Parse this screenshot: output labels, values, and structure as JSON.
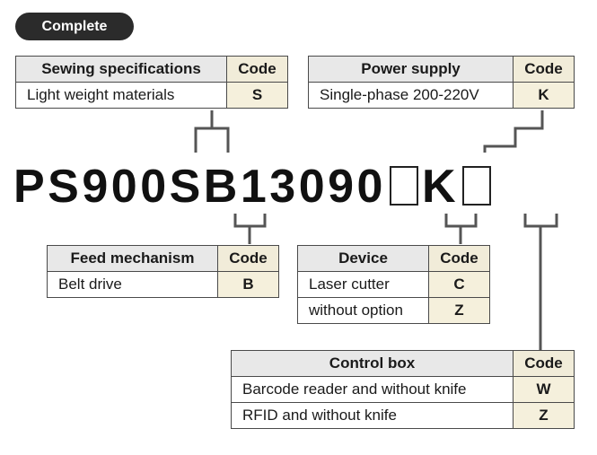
{
  "badge": "Complete",
  "model": {
    "parts": [
      "PS900SB13090",
      "K"
    ]
  },
  "tables": {
    "sewing": {
      "header": "Sewing specifications",
      "code_header": "Code",
      "rows": [
        {
          "desc": "Light weight materials",
          "code": "S"
        }
      ]
    },
    "power": {
      "header": "Power supply",
      "code_header": "Code",
      "rows": [
        {
          "desc": "Single-phase 200-220V",
          "code": "K"
        }
      ]
    },
    "feed": {
      "header": "Feed mechanism",
      "code_header": "Code",
      "rows": [
        {
          "desc": "Belt drive",
          "code": "B"
        }
      ]
    },
    "device": {
      "header": "Device",
      "code_header": "Code",
      "rows": [
        {
          "desc": "Laser cutter",
          "code": "C"
        },
        {
          "desc": "without option",
          "code": "Z"
        }
      ]
    },
    "control": {
      "header": "Control box",
      "code_header": "Code",
      "rows": [
        {
          "desc": "Barcode reader and without knife",
          "code": "W"
        },
        {
          "desc": "RFID and without knife",
          "code": "Z"
        }
      ]
    }
  },
  "colors": {
    "header_bg": "#e8e8e8",
    "code_bg": "#f5f0dc",
    "badge_bg": "#2b2b2b",
    "line": "#555555"
  }
}
